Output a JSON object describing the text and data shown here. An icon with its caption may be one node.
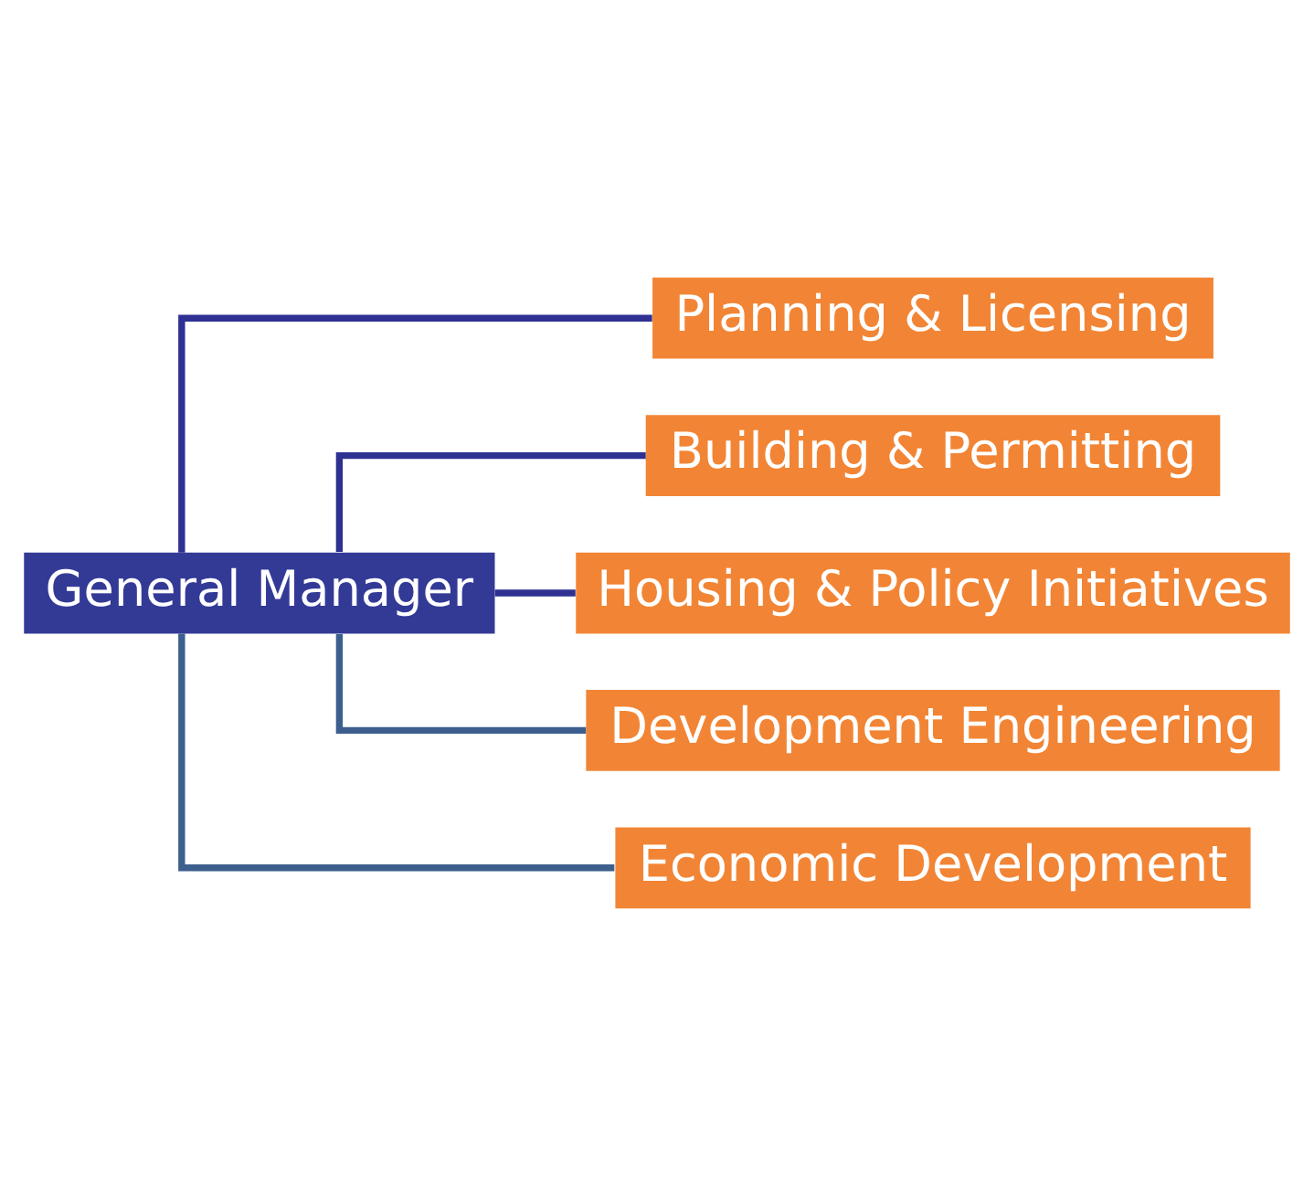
{
  "diagram": {
    "nodes": [
      {
        "text": [
          "General Manager"
        ]
      },
      {
        "text": [
          "Planning & Licensing"
        ]
      },
      {
        "text": [
          "Building & Permitting"
        ]
      },
      {
        "text": [
          "Housing & Policy Initiatives"
        ]
      },
      {
        "text": [
          "Development Engineering"
        ]
      },
      {
        "text": [
          "Economic Development"
        ]
      }
    ],
    "edges": [
      {
        "from": 0,
        "to": 1,
        "arrow": "none"
      },
      {
        "from": 0,
        "to": 2,
        "arrow": "none"
      },
      {
        "from": 0,
        "to": 3,
        "arrow": "none"
      },
      {
        "from": 0,
        "to": 4,
        "arrow": "none",
        "color": "#3d5f8e"
      },
      {
        "from": 0,
        "to": 5,
        "arrow": "none",
        "color": "#3d5f8e"
      }
    ]
  }
}
